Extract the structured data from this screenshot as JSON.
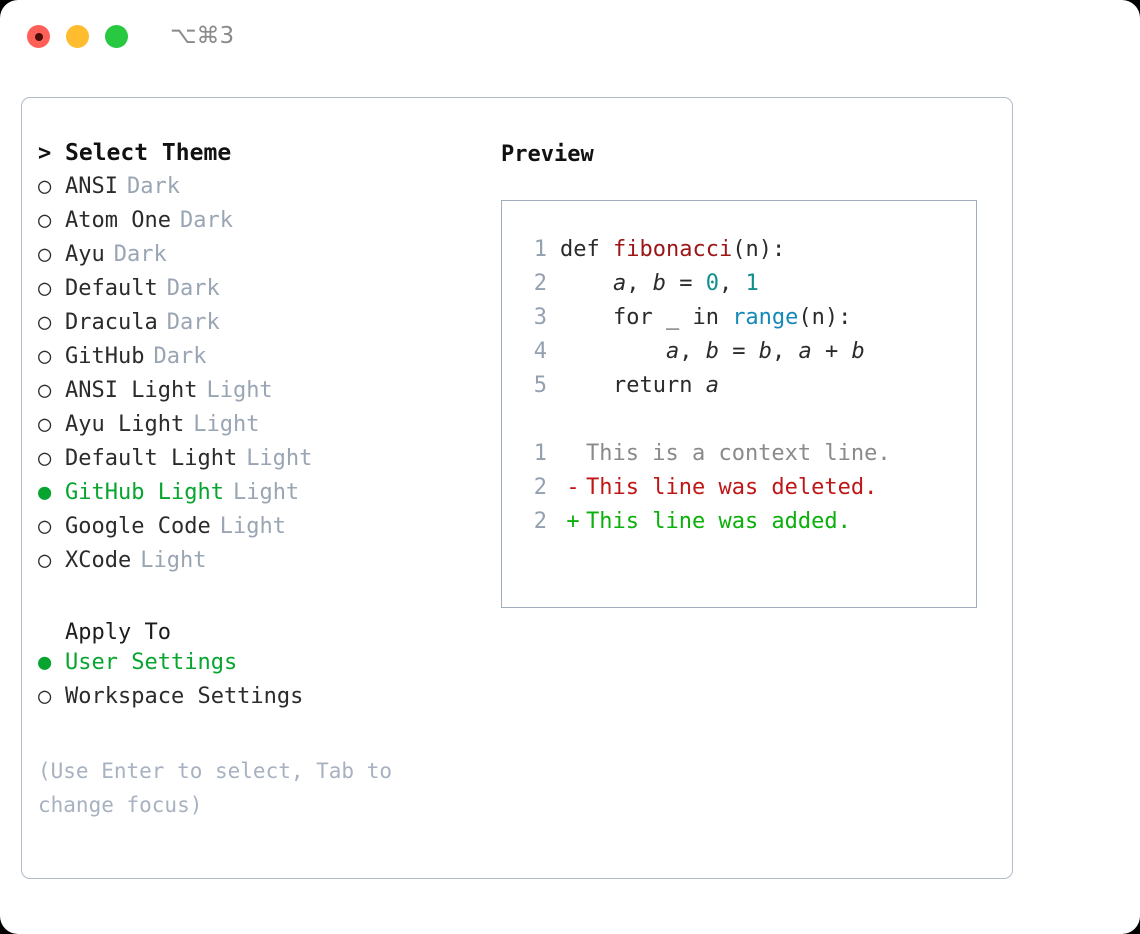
{
  "titlebar": {
    "shortcut": "⌥⌘3",
    "buttons": [
      {
        "name": "close",
        "color": "#fe5f57"
      },
      {
        "name": "minimize",
        "color": "#febc2e"
      },
      {
        "name": "maximize",
        "color": "#28c840"
      }
    ]
  },
  "theme_list": {
    "header_marker": ">",
    "header": "Select Theme",
    "unselected_marker": "○",
    "selected_marker": "●",
    "items": [
      {
        "marker": "○",
        "name": "ANSI",
        "tag": "Dark",
        "selected": false
      },
      {
        "marker": "○",
        "name": "Atom One",
        "tag": "Dark",
        "selected": false
      },
      {
        "marker": "○",
        "name": "Ayu",
        "tag": "Dark",
        "selected": false
      },
      {
        "marker": "○",
        "name": "Default",
        "tag": "Dark",
        "selected": false
      },
      {
        "marker": "○",
        "name": "Dracula",
        "tag": "Dark",
        "selected": false
      },
      {
        "marker": "○",
        "name": "GitHub",
        "tag": "Dark",
        "selected": false
      },
      {
        "marker": "○",
        "name": "ANSI Light",
        "tag": "Light",
        "selected": false
      },
      {
        "marker": "○",
        "name": "Ayu Light",
        "tag": "Light",
        "selected": false
      },
      {
        "marker": "○",
        "name": "Default Light",
        "tag": "Light",
        "selected": false
      },
      {
        "marker": "●",
        "name": "GitHub Light",
        "tag": "Light",
        "selected": true
      },
      {
        "marker": "○",
        "name": "Google Code",
        "tag": "Light",
        "selected": false
      },
      {
        "marker": "○",
        "name": "XCode",
        "tag": "Light",
        "selected": false
      }
    ]
  },
  "apply_to": {
    "header": "Apply To",
    "options": [
      {
        "marker": "●",
        "label": "User Settings",
        "selected": true
      },
      {
        "marker": "○",
        "label": "Workspace Settings",
        "selected": false
      }
    ]
  },
  "hint": "(Use Enter to select, Tab to change focus)",
  "preview": {
    "title": "Preview",
    "code_lines": [
      {
        "n": "1",
        "tokens": [
          {
            "t": "def ",
            "c": "kw"
          },
          {
            "t": "fibonacci",
            "c": "fn"
          },
          {
            "t": "(n):",
            "c": "plain"
          }
        ]
      },
      {
        "n": "2",
        "tokens": [
          {
            "t": "    ",
            "c": "plain"
          },
          {
            "t": "a",
            "c": "var"
          },
          {
            "t": ", ",
            "c": "plain"
          },
          {
            "t": "b",
            "c": "var"
          },
          {
            "t": " = ",
            "c": "plain"
          },
          {
            "t": "0",
            "c": "num"
          },
          {
            "t": ", ",
            "c": "plain"
          },
          {
            "t": "1",
            "c": "num"
          }
        ]
      },
      {
        "n": "3",
        "tokens": [
          {
            "t": "    for _ in ",
            "c": "plain"
          },
          {
            "t": "range",
            "c": "builtin"
          },
          {
            "t": "(n):",
            "c": "plain"
          }
        ]
      },
      {
        "n": "4",
        "tokens": [
          {
            "t": "        ",
            "c": "plain"
          },
          {
            "t": "a",
            "c": "var"
          },
          {
            "t": ", ",
            "c": "plain"
          },
          {
            "t": "b",
            "c": "var"
          },
          {
            "t": " = ",
            "c": "plain"
          },
          {
            "t": "b",
            "c": "var"
          },
          {
            "t": ", ",
            "c": "plain"
          },
          {
            "t": "a",
            "c": "var"
          },
          {
            "t": " + ",
            "c": "plain"
          },
          {
            "t": "b",
            "c": "var"
          }
        ]
      },
      {
        "n": "5",
        "tokens": [
          {
            "t": "    return ",
            "c": "plain"
          },
          {
            "t": "a",
            "c": "var"
          }
        ]
      }
    ],
    "diff_lines": [
      {
        "n": "1",
        "mark": " ",
        "text": "This is a context line.",
        "kind": "context"
      },
      {
        "n": "2",
        "mark": "-",
        "text": "This line was deleted.",
        "kind": "deleted"
      },
      {
        "n": "2",
        "mark": "+",
        "text": "This line was added.",
        "kind": "added"
      }
    ]
  },
  "colors": {
    "selected_green": "#07a52f",
    "muted_tag": "#9aa5b4",
    "hint": "#a7b1c0",
    "diff_deleted": "#bf1717",
    "diff_added": "#0bb00b",
    "diff_context": "#8a8a8a",
    "fn_red": "#9b1616",
    "number_teal": "#118f8f",
    "builtin_blue": "#1589b8",
    "panel_border": "#b3bdca",
    "preview_border": "#9fadbd"
  }
}
